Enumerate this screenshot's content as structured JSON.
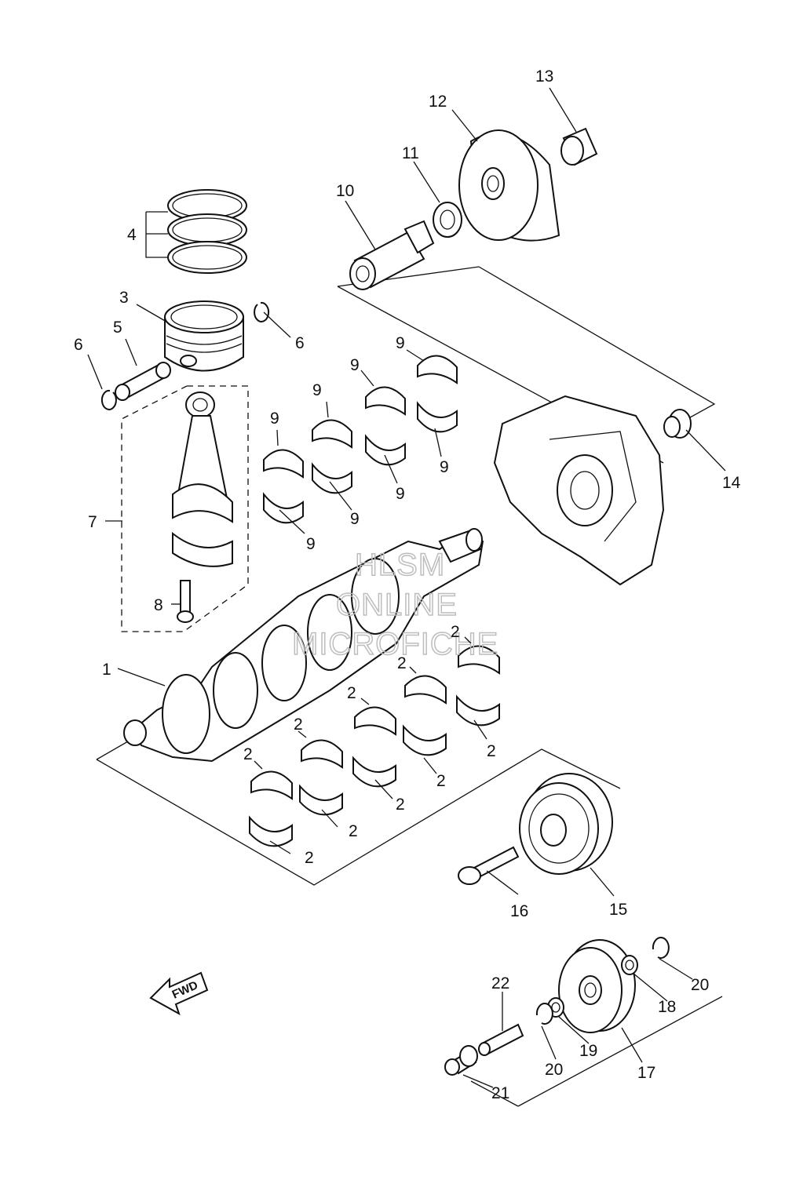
{
  "callouts": {
    "c1": "1",
    "c2": "2",
    "c3": "3",
    "c4": "4",
    "c5": "5",
    "c6": "6",
    "c7": "7",
    "c8": "8",
    "c9": "9",
    "c10": "10",
    "c11": "11",
    "c12": "12",
    "c13": "13",
    "c14": "14",
    "c15": "15",
    "c16": "16",
    "c17": "17",
    "c18": "18",
    "c19": "19",
    "c20": "20",
    "c21": "21",
    "c22": "22"
  },
  "fwd_label": "FWD",
  "watermark": {
    "line1": "HLSM",
    "line2": "ONLINE",
    "line3": "MICROFICHE"
  }
}
